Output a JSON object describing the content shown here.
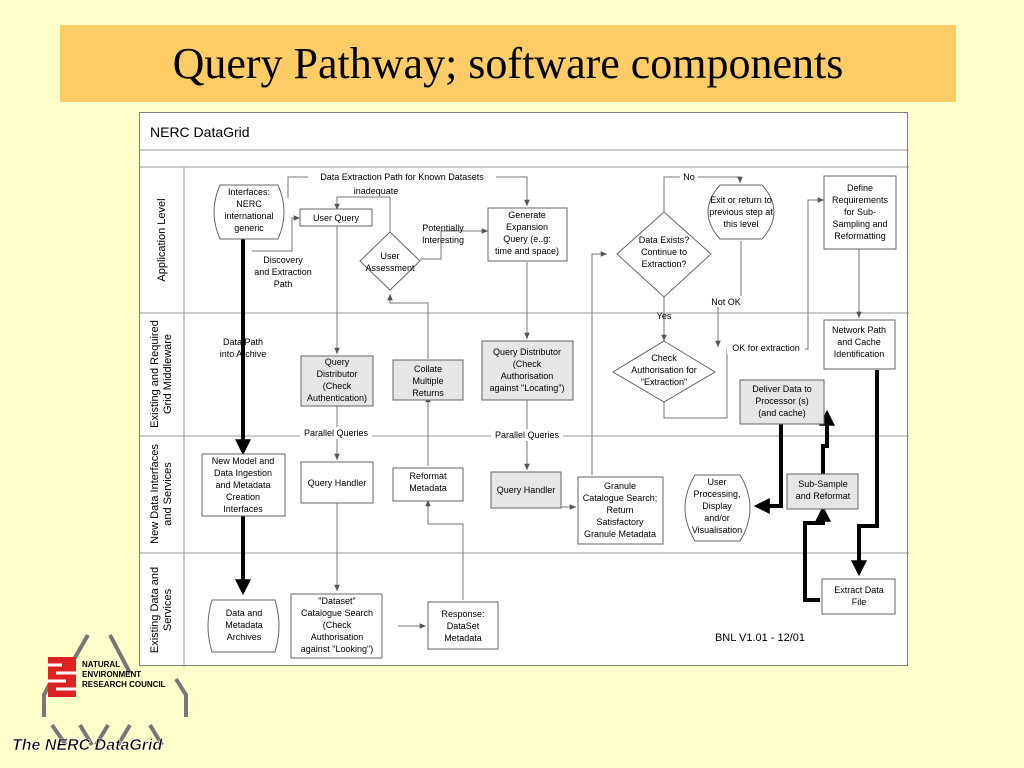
{
  "title": "Query Pathway; software components",
  "frame_title": "NERC DataGrid",
  "version": "BNL V1.01 - 12/01",
  "lanes": {
    "application": "Application Level",
    "middleware_1": "Existing and Required",
    "middleware_2": "Grid Middleware",
    "newdata_1": "New Data Interfaces",
    "newdata_2": "and Services",
    "existing_1": "Existing Data and",
    "existing_2": "Services"
  },
  "nodes": {
    "interfaces": [
      "Interfaces:",
      "NERC",
      "international",
      "generic"
    ],
    "user_query": [
      "User Query"
    ],
    "user_assessment": [
      "User",
      "Assessment"
    ],
    "generate_expansion": [
      "Generate",
      "Expansion",
      "Query (e..g:",
      "time and space)"
    ],
    "data_exists": [
      "Data Exists?",
      "Continue to",
      "Extraction?"
    ],
    "exit_return": [
      "Exit or return to",
      "previous step at",
      "this level"
    ],
    "define_requirements": [
      "Define",
      "Requirements",
      "for Sub-",
      "Sampling and",
      "Reformatting"
    ],
    "query_distributor_auth": [
      "Query",
      "Distributor",
      "(Check",
      "Authentication)"
    ],
    "collate": [
      "Collate",
      "Multiple",
      "Returns"
    ],
    "query_distributor_loc": [
      "Query Distributor",
      "(Check",
      "Authorisation",
      "against \"Locating\")"
    ],
    "check_auth": [
      "Check",
      "Authorisation for",
      "\"Extraction\""
    ],
    "network_path": [
      "Network Path",
      "and Cache",
      "Identification"
    ],
    "deliver_data": [
      "Deliver Data to",
      "Processor (s)",
      "(and cache)"
    ],
    "new_model": [
      "New Model and",
      "Data Ingestion",
      "and Metadata",
      "Creation",
      "Interfaces"
    ],
    "query_handler_1": [
      "Query Handler"
    ],
    "reformat_metadata": [
      "Reformat",
      "Metadata"
    ],
    "query_handler_2": [
      "Query Handler"
    ],
    "granule_catalogue": [
      "Granule",
      "Catalogue Search;",
      "Return",
      "Satisfactory",
      "Granule Metadata"
    ],
    "user_processing": [
      "User",
      "Processing,",
      "Display",
      "and/or",
      "Visualisation"
    ],
    "sub_sample": [
      "Sub-Sample",
      "and Reformat"
    ],
    "data_archives": [
      "Data and",
      "Metadata",
      "Archives"
    ],
    "dataset_search": [
      "\"Dataset\"",
      "Catalogue Search",
      "(Check",
      "Authorisation",
      "against \"Looking\")"
    ],
    "response": [
      "Response:",
      "DataSet",
      "Metadata"
    ],
    "extract_data": [
      "Extract Data",
      "File"
    ]
  },
  "edge_labels": {
    "data_extraction_path": "Data Extraction Path for Known Datasets",
    "inadequate": "inadequate",
    "potentially_interesting": [
      "Potentially",
      "Interesting"
    ],
    "discovery_path": [
      "Discovery",
      "and Extraction",
      "Path"
    ],
    "data_path_archive": [
      "Data Path",
      "into Archive"
    ],
    "no": "No",
    "yes": "Yes",
    "not_ok": "Not OK",
    "ok_extraction": "OK for extraction",
    "parallel_1": "Parallel Queries",
    "parallel_2": "Parallel Queries"
  },
  "logo": {
    "org_line1": "NATURAL",
    "org_line2": "ENVIRONMENT",
    "org_line3": "RESEARCH COUNCIL",
    "caption": "The NERC DataGrid"
  }
}
